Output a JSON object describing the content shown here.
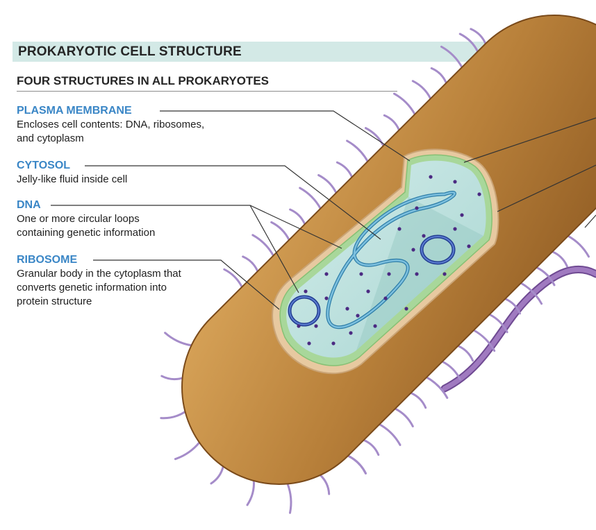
{
  "title": "PROKARYOTIC CELL STRUCTURE",
  "subtitle": "FOUR STRUCTURES IN ALL PROKARYOTES",
  "structures": [
    {
      "name": "PLASMA MEMBRANE",
      "desc": [
        "Encloses cell contents: DNA, ribosomes,",
        "and cytoplasm"
      ]
    },
    {
      "name": "CYTOSOL",
      "desc": [
        "Jelly-like fluid inside cell"
      ]
    },
    {
      "name": "DNA",
      "desc": [
        "One or more circular loops",
        "containing genetic information"
      ]
    },
    {
      "name": "RIBOSOME",
      "desc": [
        "Granular body in the cytoplasm that",
        "converts genetic information into",
        "protein structure"
      ]
    }
  ],
  "colors": {
    "title_bar": "#d3e9e6",
    "label_blue": "#3a86c6",
    "cell_wall": "#b8803a",
    "membrane": "#a8d79a",
    "cytosol": "#b9e0dd",
    "dna": "#4a9cc4",
    "plasmid": "#2d4ea8",
    "ribosome": "#4b2a82",
    "flagellum": "#9a71b8",
    "pili": "#a58cc9"
  }
}
